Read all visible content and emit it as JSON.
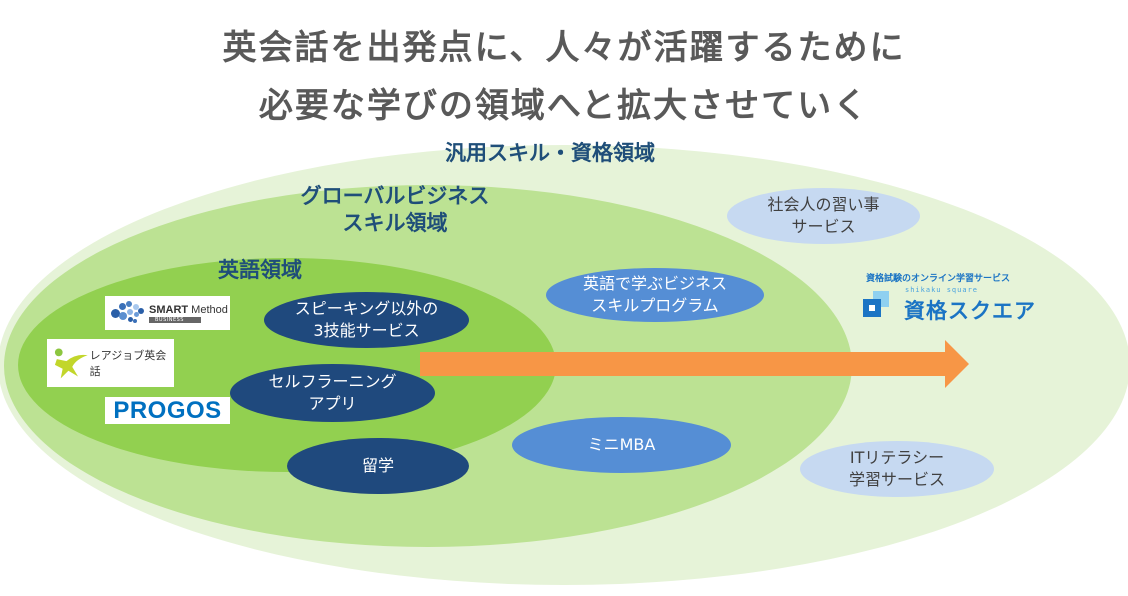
{
  "title": {
    "line1": "英会話を出発点に、人々が活躍するために",
    "line2": "必要な学びの領域へと拡大させていく"
  },
  "regions": {
    "outer": {
      "label": "汎用スキル・資格領域",
      "color": "#e6f3d8"
    },
    "middle": {
      "label": "グローバルビジネス\nスキル領域",
      "label_line1": "グローバルビジネス",
      "label_line2": "スキル領域",
      "color": "#bce293"
    },
    "inner": {
      "label": "英語領域",
      "color": "#92d050"
    }
  },
  "inner_services": [
    {
      "label": "スピーキング以外の\n3技能サービス"
    },
    {
      "label": "セルフラーニング\nアプリ"
    },
    {
      "label": "留学"
    }
  ],
  "middle_services": [
    {
      "label": "英語で学ぶビジネス\nスキルプログラム"
    },
    {
      "label": "ミニMBA"
    }
  ],
  "outer_services": [
    {
      "label": "社会人の習い事\nサービス"
    },
    {
      "label": "ITリテラシー\n学習サービス"
    }
  ],
  "logos": {
    "smart_method": {
      "name_bold": "SMART",
      "name_rest": " Method",
      "sub": "BUSINESS"
    },
    "rarejob": {
      "name": "レアジョブ英会話"
    },
    "progos": {
      "name": "PROGOS"
    },
    "shikaku_square": {
      "tagline": "資格試験のオンライン学習サービス",
      "romaji": "shikaku square",
      "name": "資格スクエア"
    }
  },
  "arrow": {
    "direction": "right",
    "color": "#f79646"
  },
  "colors": {
    "title_text": "#595959",
    "region_label": "#1f4e79",
    "service_dark": "#1f497d",
    "service_mid": "#558ed5",
    "service_light": "#c6d9f1"
  }
}
